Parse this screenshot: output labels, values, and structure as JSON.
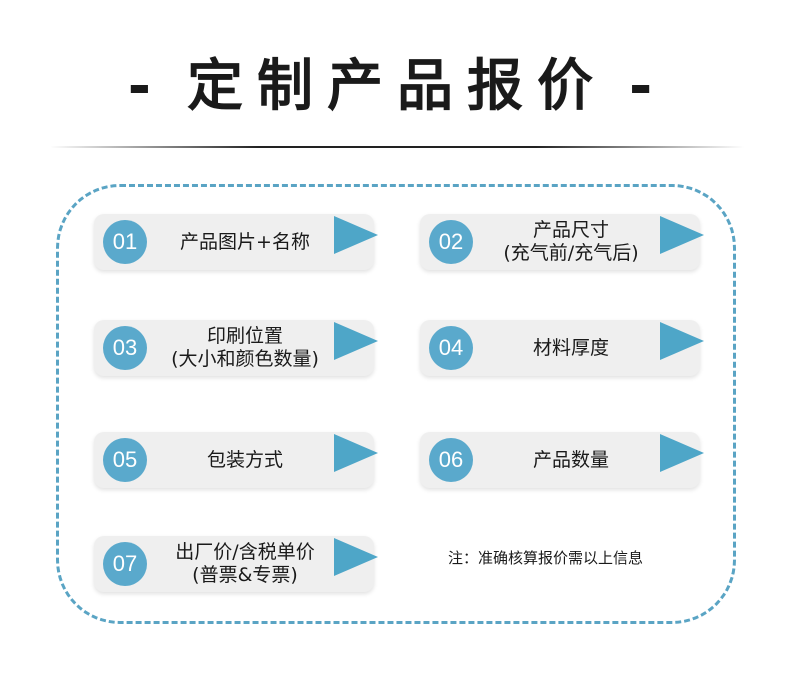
{
  "title": {
    "dash_left": "-",
    "text": "定制产品报价",
    "dash_right": "-"
  },
  "items": [
    {
      "num": "01",
      "lines": [
        "产品图片+名称"
      ]
    },
    {
      "num": "02",
      "lines": [
        "产品尺寸",
        "(充气前/充气后)"
      ]
    },
    {
      "num": "03",
      "lines": [
        "印刷位置",
        "(大小和颜色数量)"
      ]
    },
    {
      "num": "04",
      "lines": [
        "材料厚度"
      ]
    },
    {
      "num": "05",
      "lines": [
        "包装方式"
      ]
    },
    {
      "num": "06",
      "lines": [
        "产品数量"
      ]
    },
    {
      "num": "07",
      "lines": [
        "出厂价/含税单价",
        "(普票&专票)"
      ]
    }
  ],
  "note": "注：准确核算报价需以上信息",
  "colors": {
    "accent": "#5aa9cc",
    "frame_border": "#5aa4c4",
    "pill_bg": "#efefef",
    "text": "#1a1a1a"
  }
}
